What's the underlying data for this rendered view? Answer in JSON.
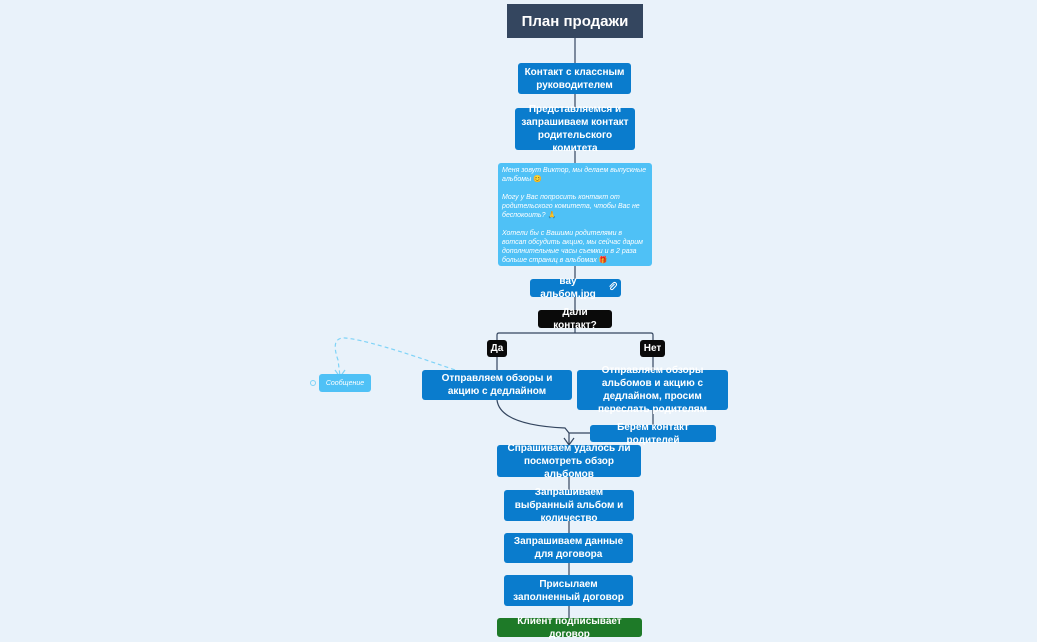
{
  "title": "План продажи",
  "nodes": {
    "contact_teacher": "Контакт с классным руководителем",
    "introduce": "Представляемся и запрашиваем контакт родительского комитета",
    "script_p1": "Меня зовут Виктор, мы делаем выпускные альбомы",
    "script_p2": "Могу у Вас попросить контакт от родительского комитета, чтобы Вас не беспокоить?",
    "script_p3": "Хотели бы с Вашими родителями в вотсап обсудить акцию, мы сейчас дарим дополнительные часы съемки и в 2 раза больше страниц в альбомах",
    "attachment": "вау альбом.jpg",
    "question": "Дали контакт?",
    "yes": "Да",
    "no": "Нет",
    "yes_action": "Отправляем обзоры и акцию с дедлайном",
    "no_action": "Отправляем обзоры альбомов и акцию с дедлайном, просим переслать родителям",
    "get_parent_contact": "Берем контакт родителей",
    "ask_review": "Спрашиваем удалось ли посмотреть обзор альбомов",
    "ask_choice": "Запрашиваем выбранный альбом и количество",
    "ask_contract_data": "Запрашиваем данные для договора",
    "send_contract": "Присылаем заполненный договор",
    "client_signs": "Клиент подписывает договор",
    "message": "Сообщение"
  },
  "icons": {
    "smile": "😊",
    "bow": "🙏",
    "gift": "🎁",
    "paperclip": "paperclip-icon"
  },
  "colors": {
    "background": "#e9f2fa",
    "title": "#34465f",
    "node": "#0a7ccd",
    "note": "#4fc1f6",
    "decision": "#0a0a0a",
    "final": "#1e7a28",
    "connector": "#34465f"
  }
}
